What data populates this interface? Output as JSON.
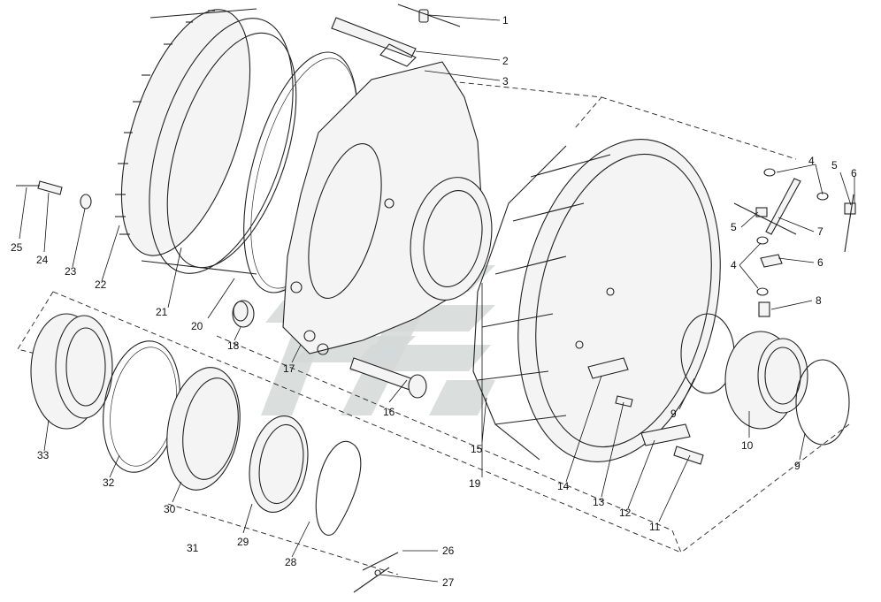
{
  "labels": {
    "p1": "1",
    "p2": "2",
    "p3": "3",
    "p4a": "4",
    "p4b": "4",
    "p5a": "5",
    "p5b": "5",
    "p6a": "6",
    "p6b": "6",
    "p7": "7",
    "p8": "8",
    "p9a": "9",
    "p9b": "9",
    "p10": "10",
    "p11": "11",
    "p12": "12",
    "p13": "13",
    "p14": "14",
    "p15": "15",
    "p16": "16",
    "p17": "17",
    "p18": "18",
    "p19": "19",
    "p20": "20",
    "p21": "21",
    "p22": "22",
    "p23": "23",
    "p24": "24",
    "p25": "25",
    "p26": "26",
    "p27": "27",
    "p28": "28",
    "p29": "29",
    "p30": "30",
    "p31": "31",
    "p32": "32",
    "p33": "33"
  },
  "colors": {
    "line": "#222222",
    "watermark": "#d4d9d8",
    "background": "#ffffff"
  }
}
